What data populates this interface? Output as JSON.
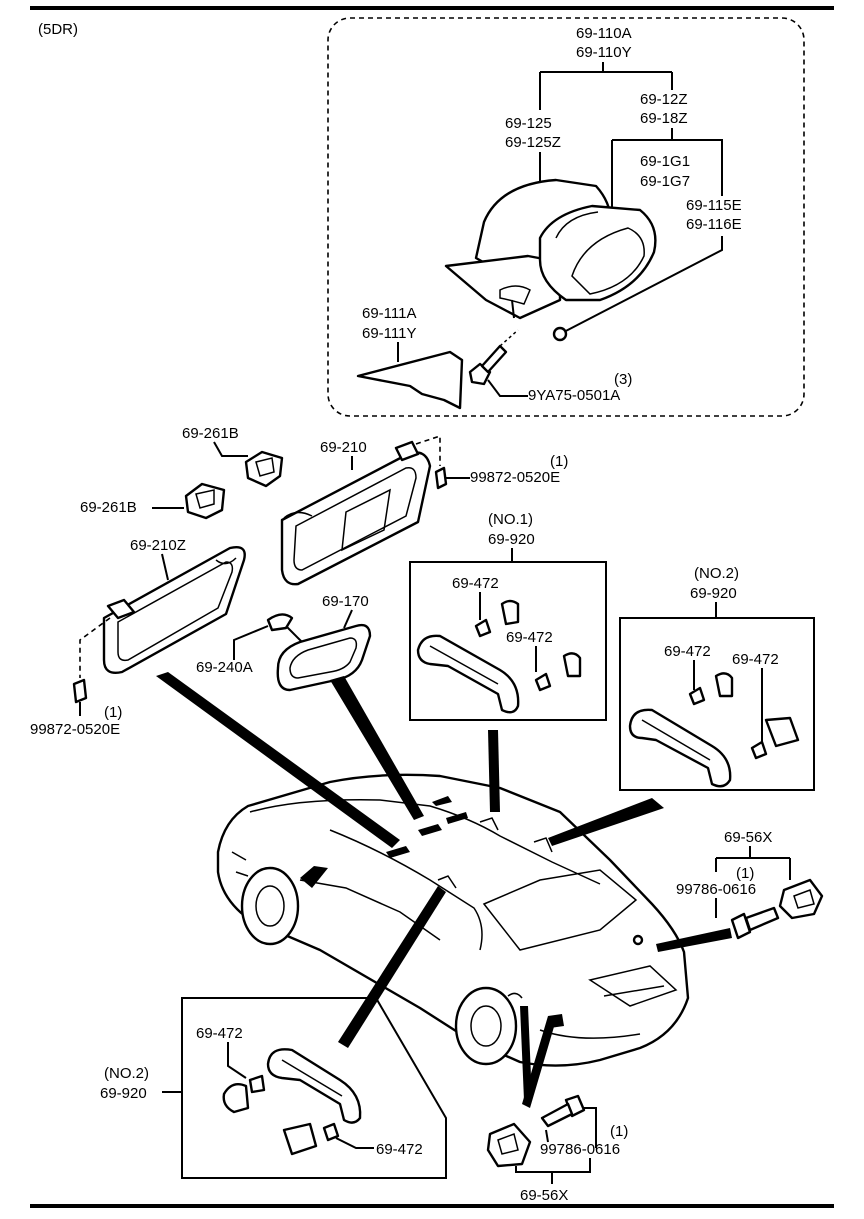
{
  "header": {
    "variant": "(5DR)"
  },
  "labels": {
    "c1": "69-110A",
    "c2": "69-110Y",
    "c3": "69-125",
    "c4": "69-125Z",
    "c5": "69-12Z",
    "c6": "69-18Z",
    "c7": "69-1G1",
    "c8": "69-1G7",
    "c9": "69-115E",
    "c10": "69-116E",
    "c11": "69-111A",
    "c12": "69-111Y",
    "c13": "9YA75-0501A",
    "c14": "(3)",
    "c15": "69-261B",
    "c16": "69-210",
    "c17": "99872-0520E",
    "c18": "(1)",
    "c19": "69-261B",
    "c20": "69-210Z",
    "c21": "(NO.1)",
    "c22": "69-920",
    "c23": "69-472",
    "c24": "69-472",
    "c25": "(NO.2)",
    "c26": "69-920",
    "c27": "69-472",
    "c28": "69-472",
    "c29": "69-170",
    "c30": "69-240A",
    "c31": "99872-0520E",
    "c32": "(1)",
    "c33": "69-56X",
    "c34": "(1)",
    "c35": "99786-0616",
    "c36": "69-472",
    "c37": "(NO.2)",
    "c38": "69-920",
    "c39": "69-472",
    "c40": "99786-0616",
    "c41": "(1)",
    "c42": "69-56X"
  }
}
